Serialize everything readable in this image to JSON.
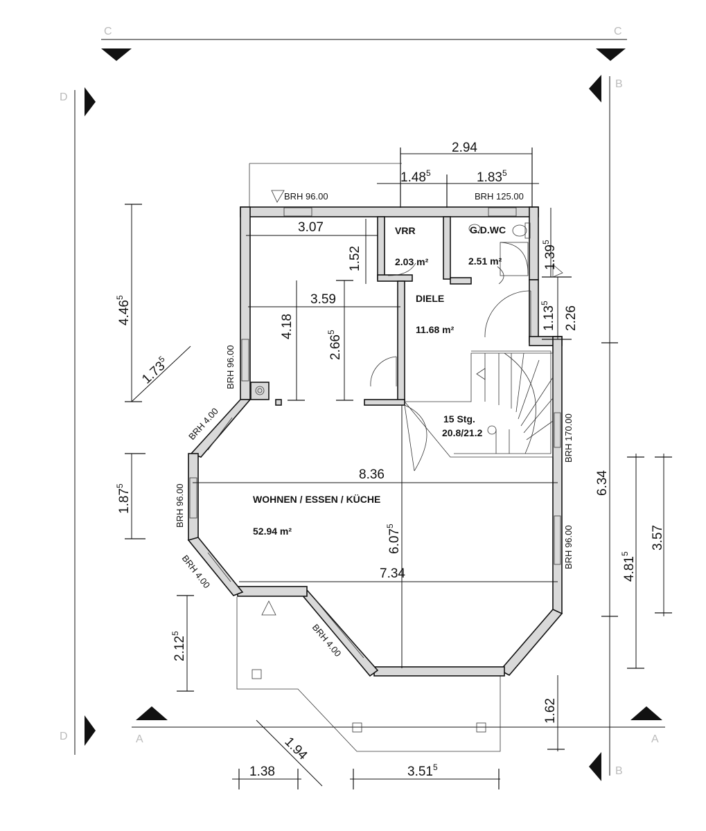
{
  "rooms": [
    {
      "name": "VRR",
      "area": "2.03 m²"
    },
    {
      "name": "G.D.WC",
      "area": "2.51 m²"
    },
    {
      "name": "DIELE",
      "area": "11.68 m²"
    },
    {
      "name": "WOHNEN / ESSEN / KÜCHE",
      "area": "52.94 m²"
    }
  ],
  "stair": {
    "label": "15 Stg.",
    "ratio": "20.8/21.2"
  },
  "windows": {
    "top_left": "BRH 96.00",
    "top_right": "BRH 125.00",
    "left_upper": "BRH 96.00",
    "left_diag_upper": "BRH 4.00",
    "left_lower": "BRH 96.00",
    "left_diag_lower": "BRH 4.00",
    "bottom_diag": "BRH 4.00",
    "right_upper": "BRH 170.00",
    "right_lower": "BRH 96.00"
  },
  "dimensions": {
    "top_total": "2.94",
    "top_left_seg": "1.48",
    "top_left_seg_sup": "5",
    "top_right_seg": "1.83",
    "top_right_seg_sup": "5",
    "inner_307": "3.07",
    "inner_152": "1.52",
    "inner_359": "3.59",
    "inner_418": "4.18",
    "inner_266": "2.66",
    "inner_266_sup": "5",
    "wc_139": "1.39",
    "wc_139_sup": "5",
    "right_113": "1.13",
    "right_113_sup": "5",
    "right_226": "2.26",
    "left_446": "4.46",
    "left_446_sup": "5",
    "left_173": "1.73",
    "left_173_sup": "5",
    "left_187": "1.87",
    "left_187_sup": "5",
    "left_212": "2.12",
    "left_212_sup": "5",
    "mid_836": "8.36",
    "mid_734": "7.34",
    "mid_607": "6.07",
    "mid_607_sup": "5",
    "right_634": "6.34",
    "right_481": "4.81",
    "right_481_sup": "5",
    "right_357": "3.57",
    "right_162": "1.62",
    "bot_138": "1.38",
    "bot_194": "1.94",
    "bot_351": "3.51",
    "bot_351_sup": "5"
  },
  "section_marks": {
    "a": "A",
    "b": "B",
    "c": "C",
    "d": "D"
  }
}
